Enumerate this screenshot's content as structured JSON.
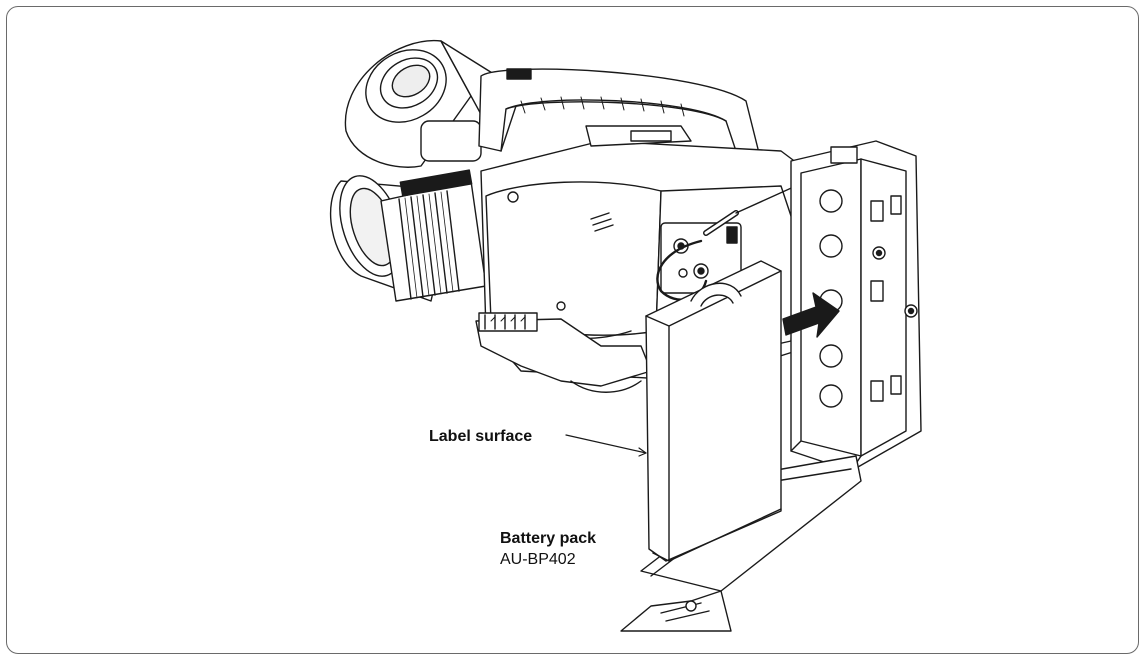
{
  "callouts": {
    "label_surface": "Label surface",
    "battery_pack": "Battery pack",
    "battery_model": "AU-BP402"
  },
  "colors": {
    "line": "#1a1a1a",
    "fill": "#ffffff",
    "shade": "#d9d9d9",
    "dark": "#1a1a1a"
  },
  "icons": {
    "insert_direction": "arrow-right-icon"
  }
}
